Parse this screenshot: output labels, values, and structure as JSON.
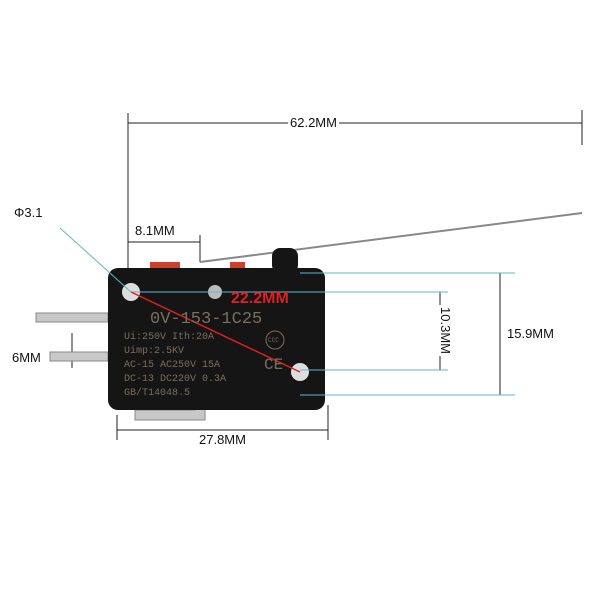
{
  "dimensions": {
    "total_length": "62.2MM",
    "hole_diameter": "Φ3.1",
    "lever_offset": "8.1MM",
    "hole_spacing_vertical": "10.3MM",
    "body_height": "15.9MM",
    "terminal_pitch": "6MM",
    "hole_spacing_diagonal": "22.2MM",
    "body_length": "27.8MM"
  },
  "switch_markings": {
    "model": "0V-153-1C25",
    "line1": "Ui:250V   Ith:20A",
    "line2": "Uimp:2.5KV",
    "line3": "AC-15 AC250V 15A",
    "line4": "DC-13 DC220V 0.3A",
    "line5": "GB/T14048.5",
    "ccc_mark": "CCC",
    "ce_mark": "CE"
  },
  "colors": {
    "body": "#151515",
    "guide": "#5bb8d0",
    "diagonal": "#e02020",
    "actuator": "#d0402a"
  }
}
